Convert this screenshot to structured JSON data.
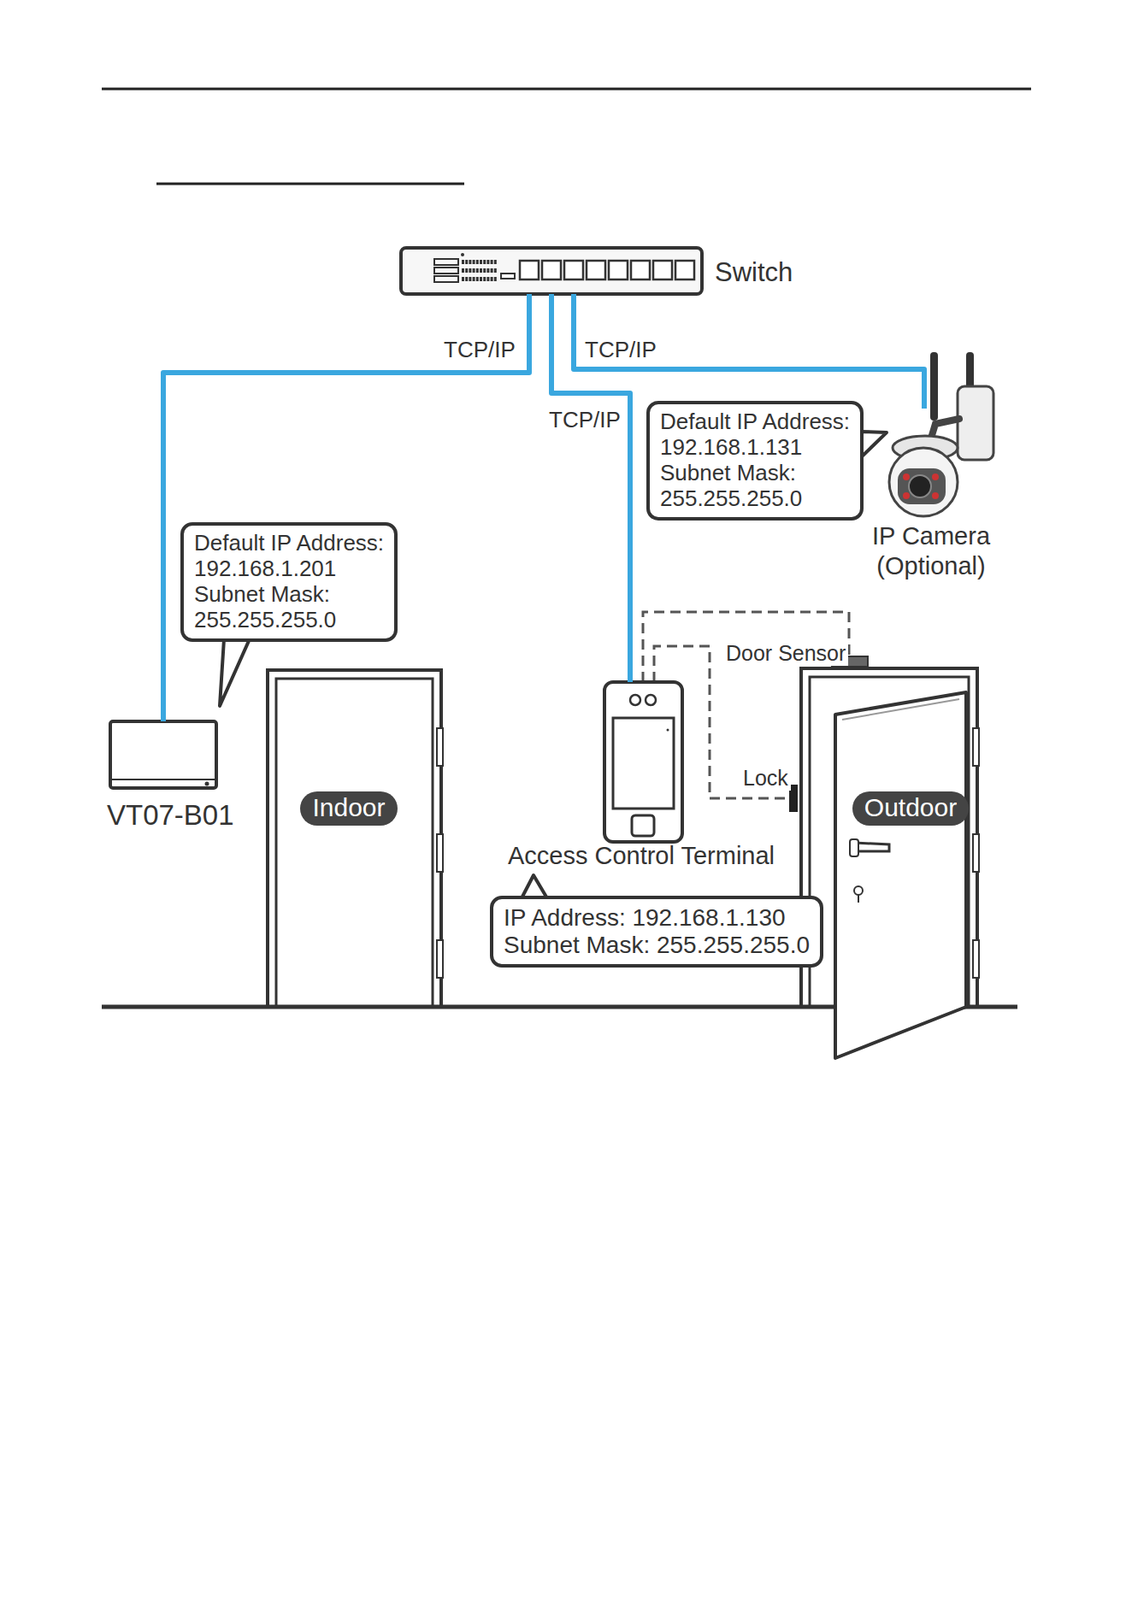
{
  "diagram": {
    "nodes": [
      {
        "text": [
          "Switch"
        ]
      },
      {
        "text": [
          "Default IP Address:",
          "192.168.1.131",
          "Subnet Mask:",
          "255.255.255.0"
        ]
      },
      {
        "text": [
          "IP Camera (Optional)"
        ]
      },
      {
        "text": [
          "Default IP Address:",
          "192.168.1.201",
          "Subnet Mask:",
          "255.255.255.0"
        ]
      },
      {
        "text": [
          "VT07-B01"
        ]
      },
      {
        "text": [
          "Indoor"
        ]
      },
      {
        "text": [
          "Access Control Terminal"
        ]
      },
      {
        "text": [
          "Outdoor"
        ]
      },
      {
        "text": [
          "IP Address: 192.168.1.130",
          "Subnet Mask: 255.255.255.0"
        ]
      }
    ],
    "edges": [
      {
        "from": 0,
        "to": 4,
        "label": "TCP/IP",
        "arrow": "none"
      },
      {
        "from": 0,
        "to": 6,
        "label": "TCP/IP",
        "arrow": "none"
      },
      {
        "from": 0,
        "to": 2,
        "label": "TCP/IP",
        "arrow": "none"
      }
    ],
    "labels": [
      "Door Sensor",
      "Lock"
    ]
  }
}
